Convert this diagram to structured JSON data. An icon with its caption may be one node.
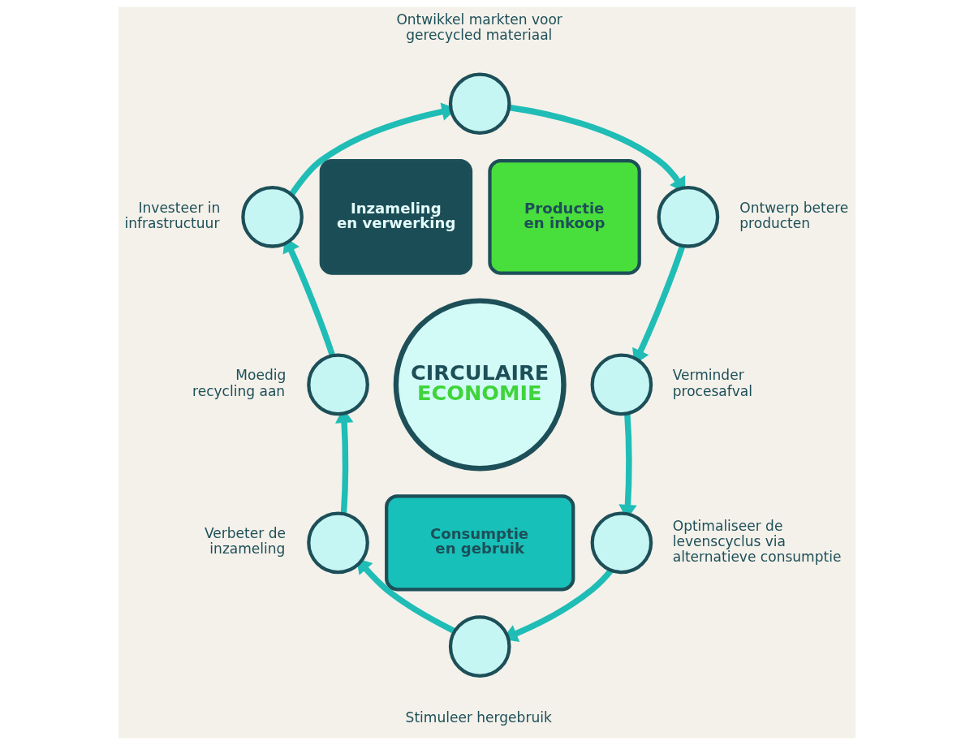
{
  "diagram": {
    "nodes": [
      {
        "text": [],
        "shape": "circle",
        "beside": [
          "Ontwikkel markten voor gerecycled materiaal"
        ]
      },
      {
        "text": [],
        "shape": "circle",
        "beside": [
          "Ontwerp betere producten"
        ]
      },
      {
        "text": [],
        "shape": "circle",
        "beside": [
          "Verminder procesafval"
        ]
      },
      {
        "text": [],
        "shape": "circle",
        "beside": [
          "Optimaliseer de levenscyclus via alternatieve consumptie"
        ]
      },
      {
        "text": [],
        "shape": "circle",
        "beside": [
          "Stimuleer hergebruik"
        ]
      },
      {
        "text": [],
        "shape": "circle",
        "beside": [
          "Verbeter de inzameling"
        ]
      },
      {
        "text": [],
        "shape": "circle",
        "beside": [
          "Moedig recycling aan"
        ]
      },
      {
        "text": [],
        "shape": "circle",
        "beside": [
          "Investeer in infrastructuur"
        ]
      },
      {
        "text": [
          "CIRCULAIRE",
          "ECONOMIE"
        ]
      },
      {
        "text": [
          "Inzameling en verwerking"
        ]
      },
      {
        "text": [
          "Productie en inkoop"
        ]
      },
      {
        "text": [
          "Consumptie en gebruik"
        ]
      }
    ],
    "edges": [
      {
        "from": 0,
        "to": 1,
        "arrow": "to"
      },
      {
        "from": 1,
        "to": 2,
        "arrow": "to"
      },
      {
        "from": 2,
        "to": 3,
        "arrow": "to"
      },
      {
        "from": 3,
        "to": 4,
        "arrow": "to"
      },
      {
        "from": 4,
        "to": 5,
        "arrow": "to"
      },
      {
        "from": 5,
        "to": 6,
        "arrow": "to"
      },
      {
        "from": 6,
        "to": 7,
        "arrow": "to"
      },
      {
        "from": 7,
        "to": 0,
        "arrow": "to"
      }
    ]
  }
}
